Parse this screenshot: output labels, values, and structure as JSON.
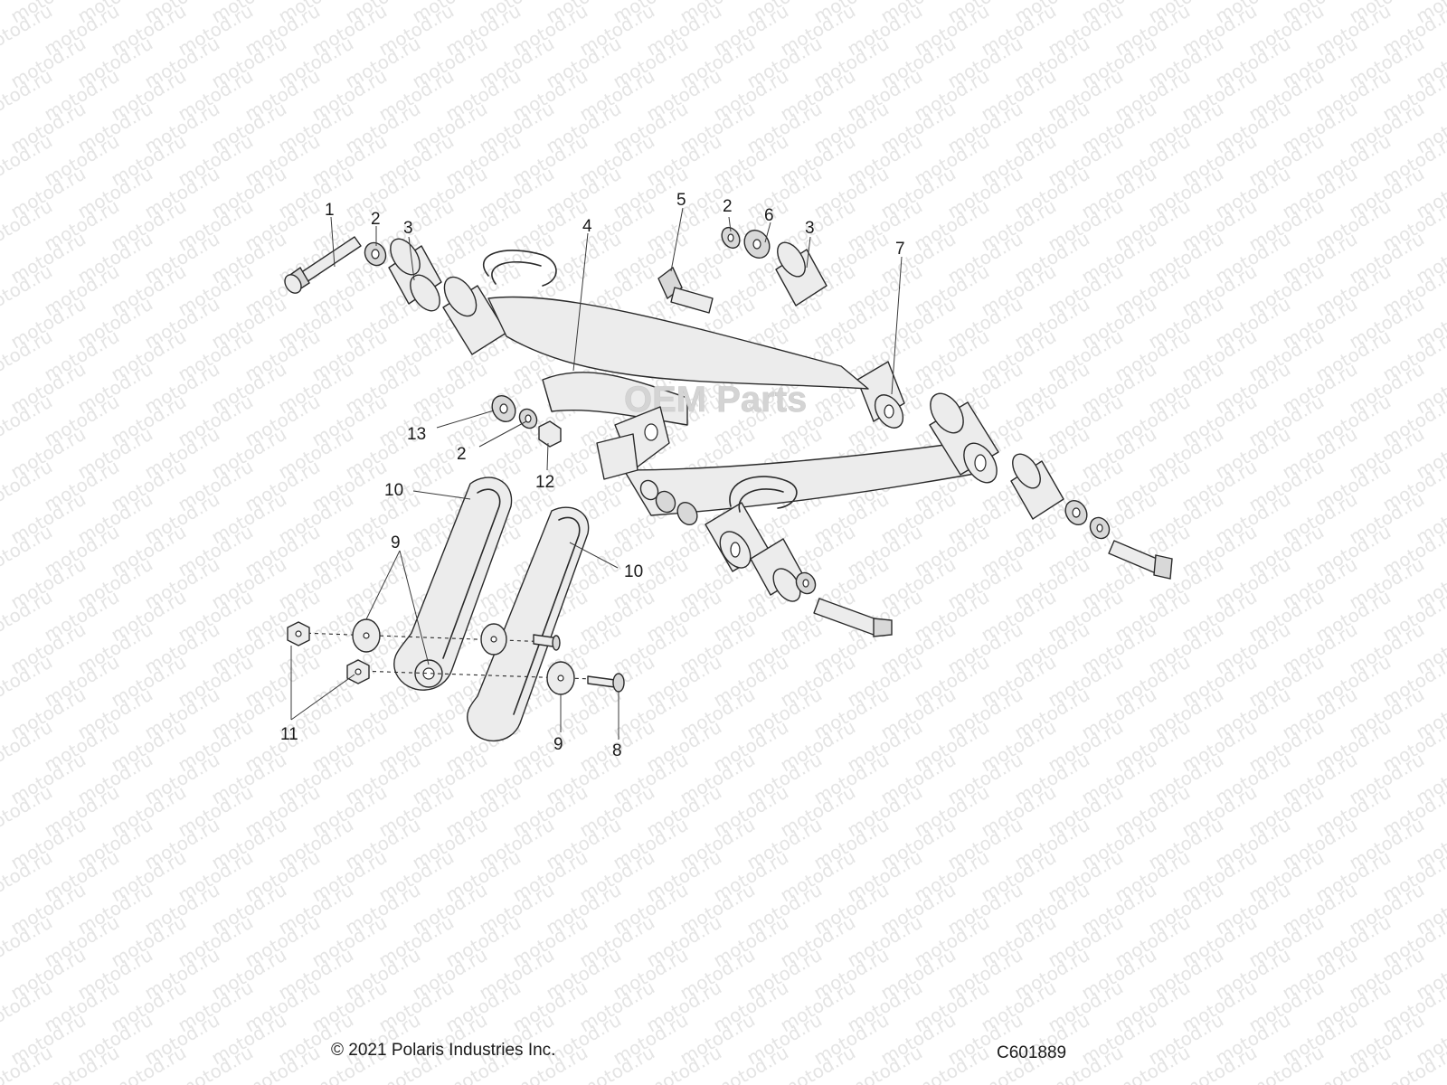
{
  "diagram": {
    "watermark_text": "motod.ru",
    "logo_text": "OEM Parts",
    "copyright": "© 2021 Polaris Industries Inc.",
    "figure_id": "C601889",
    "callouts": [
      {
        "id": "c1",
        "text": "1"
      },
      {
        "id": "c2a",
        "text": "2"
      },
      {
        "id": "c3a",
        "text": "3"
      },
      {
        "id": "c4",
        "text": "4"
      },
      {
        "id": "c5",
        "text": "5"
      },
      {
        "id": "c2b",
        "text": "2"
      },
      {
        "id": "c6",
        "text": "6"
      },
      {
        "id": "c3b",
        "text": "3"
      },
      {
        "id": "c7",
        "text": "7"
      },
      {
        "id": "c13",
        "text": "13"
      },
      {
        "id": "c2c",
        "text": "2"
      },
      {
        "id": "c12",
        "text": "12"
      },
      {
        "id": "c10a",
        "text": "10"
      },
      {
        "id": "c10b",
        "text": "10"
      },
      {
        "id": "c9a",
        "text": "9"
      },
      {
        "id": "c9b",
        "text": "9"
      },
      {
        "id": "c11",
        "text": "11"
      },
      {
        "id": "c8",
        "text": "8"
      }
    ]
  }
}
